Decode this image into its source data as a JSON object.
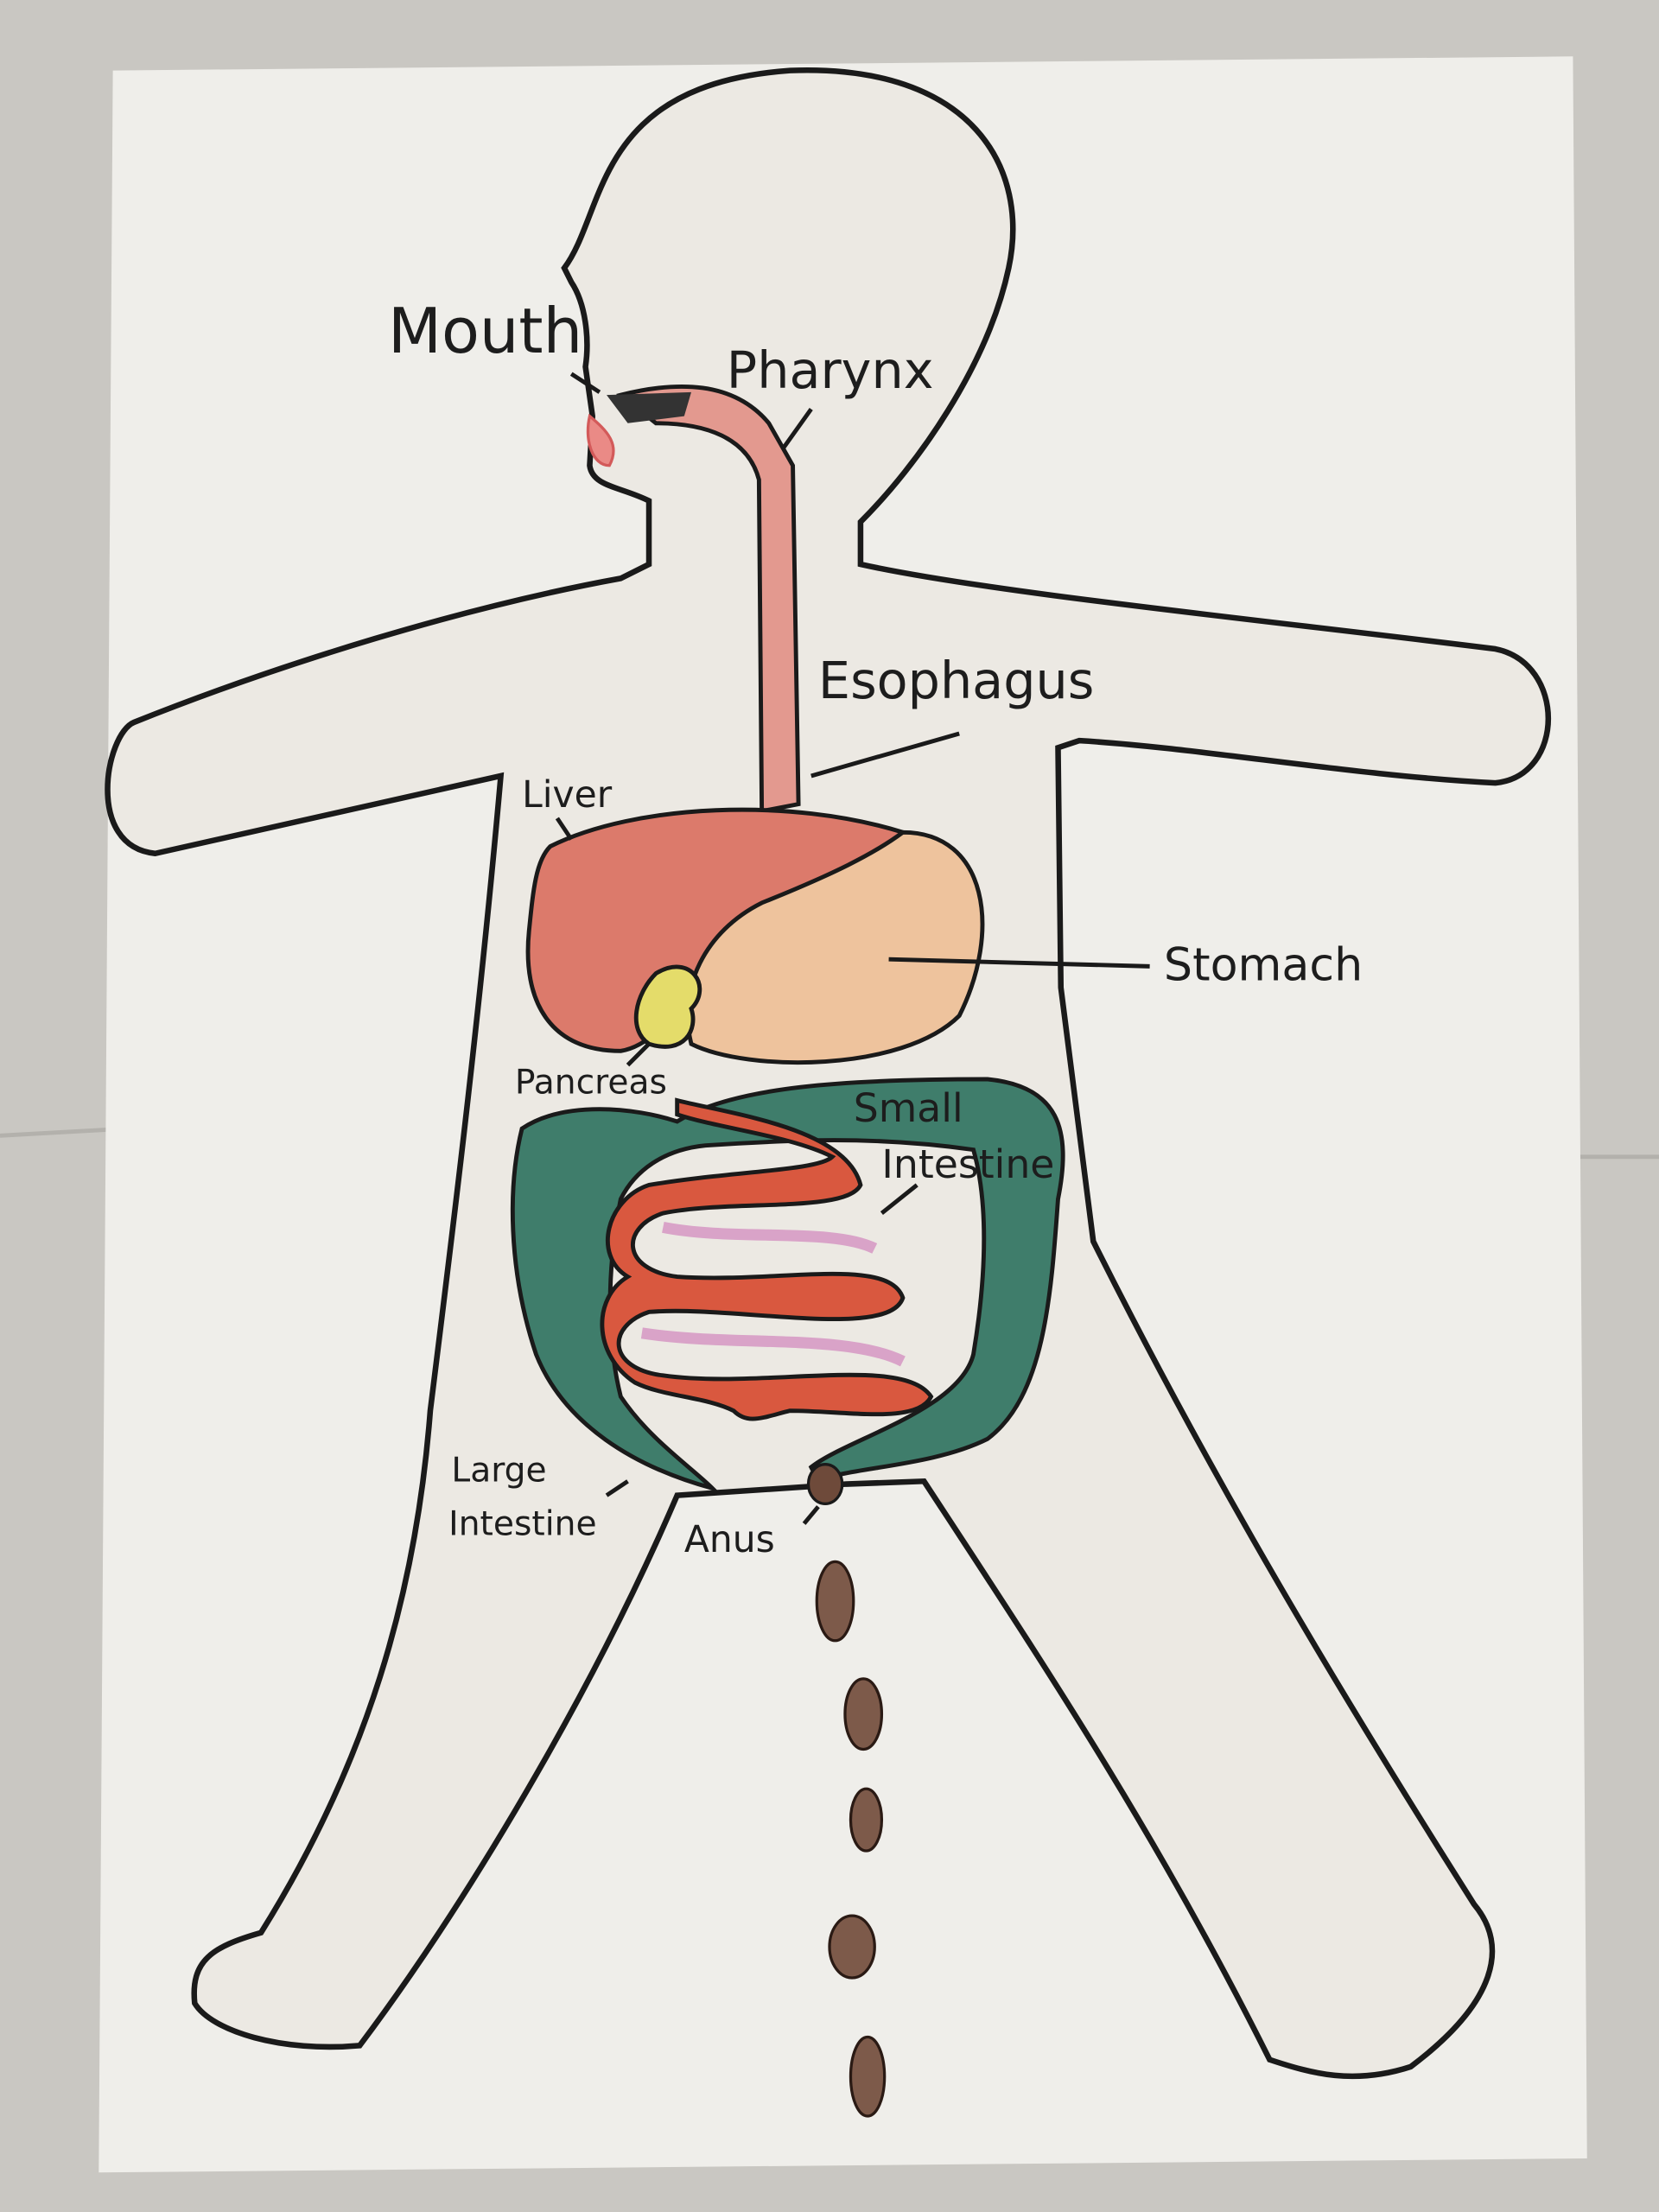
{
  "title": "Digestive System",
  "labels": {
    "mouth": "Mouth",
    "pharynx": "Pharynx",
    "esophagus": "Esophagus",
    "liver": "Liver",
    "stomach": "Stomach",
    "pancreas": "Pancreas",
    "small_intestine_1": "Small",
    "small_intestine_2": "Intestine",
    "large_intestine_1": "Large",
    "large_intestine_2": "Intestine",
    "anus": "Anus"
  },
  "colors": {
    "paper": "#f0efeb",
    "outline": "#1a1a1a",
    "esophagus": "#e3998f",
    "liver": "#dc7a6b",
    "stomach": "#eec39d",
    "pancreas": "#e4dc6a",
    "large_intestine": "#3f7d6b",
    "small_intestine": "#d9583f",
    "small_intestine_lining": "#d9a3c8",
    "feces": "#7d5a4a"
  }
}
